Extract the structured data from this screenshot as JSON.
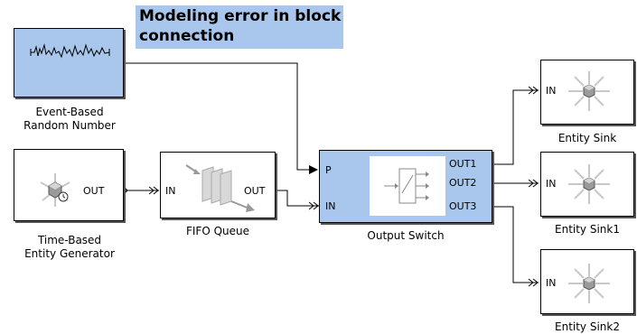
{
  "annotation": {
    "line1": "Modeling error in block",
    "line2": "connection"
  },
  "blocks": {
    "random_number": {
      "label_line1": "Event-Based",
      "label_line2": "Random Number"
    },
    "generator": {
      "label_line1": "Time-Based",
      "label_line2": "Entity Generator",
      "out_port": "OUT"
    },
    "fifo": {
      "label": "FIFO Queue",
      "in_port": "IN",
      "out_port": "OUT"
    },
    "switch": {
      "label": "Output Switch",
      "p_port": "P",
      "in_port": "IN",
      "out1": "OUT1",
      "out2": "OUT2",
      "out3": "OUT3"
    },
    "sink": {
      "label": "Entity Sink",
      "in_port": "IN"
    },
    "sink1": {
      "label": "Entity Sink1",
      "in_port": "IN"
    },
    "sink2": {
      "label": "Entity Sink2",
      "in_port": "IN"
    }
  },
  "colors": {
    "block_fill": "#a9c7ec",
    "annotation_fill": "#a9c7ec",
    "line": "#000000"
  },
  "icons": [
    "random-signal-icon",
    "entity-generator-icon",
    "queue-icon",
    "switch-icon",
    "entity-sink-icon"
  ]
}
